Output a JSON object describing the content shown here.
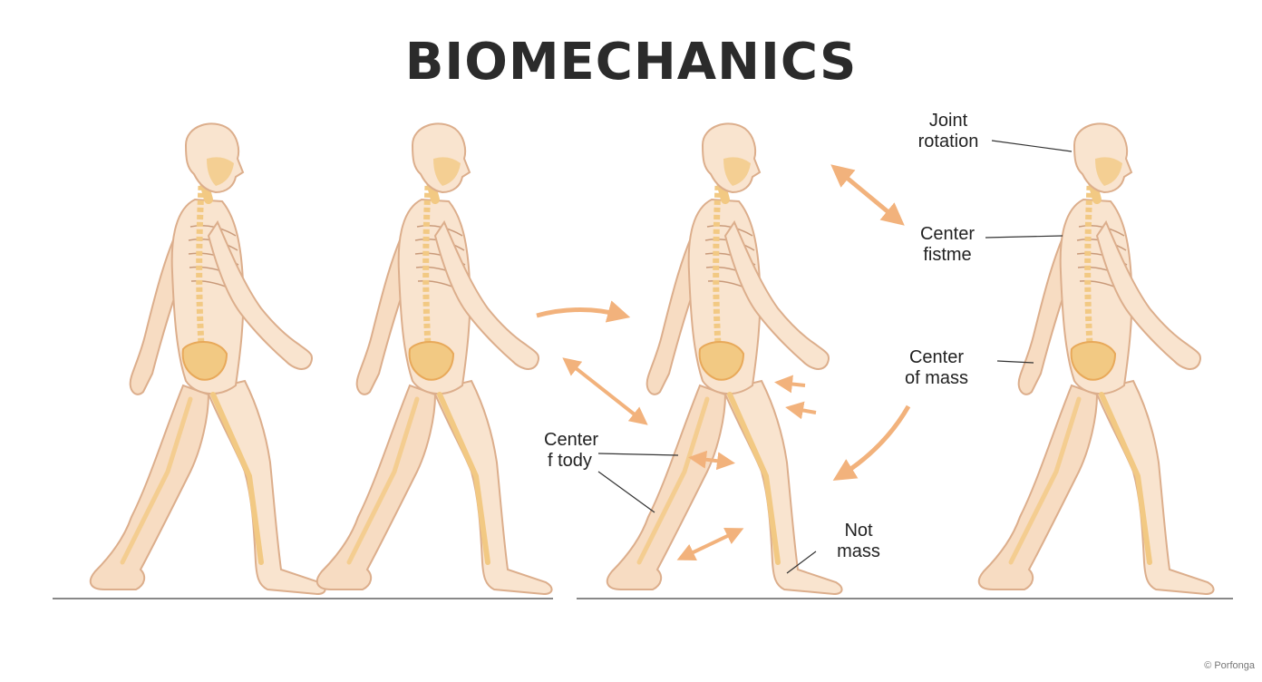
{
  "title": "BIOMECHANICS",
  "labels": {
    "joint_rotation": {
      "line1": "Joint",
      "line2": "rotation"
    },
    "center_fistme": {
      "line1": "Center",
      "line2": "fistme"
    },
    "center_of_mass": {
      "line1": "Center",
      "line2": "of mass"
    },
    "center_f_tody": {
      "line1": "Center",
      "line2": "f tody"
    },
    "not_mass": {
      "line1": "Not",
      "line2": "mass"
    }
  },
  "credit": "© Porfonga",
  "colors": {
    "skin_fill": "#f9e4cf",
    "skin_stroke": "#dcae8c",
    "bone": "#f2c983",
    "bone_accent": "#e8a95a",
    "arrow": "#f2b27c",
    "ground": "#888888",
    "text": "#222222"
  },
  "figures": [
    "figure-1",
    "figure-2",
    "figure-3",
    "figure-4"
  ],
  "icons": [
    "motion-arrow-icon",
    "leader-line-icon",
    "skeleton-figure-icon"
  ]
}
